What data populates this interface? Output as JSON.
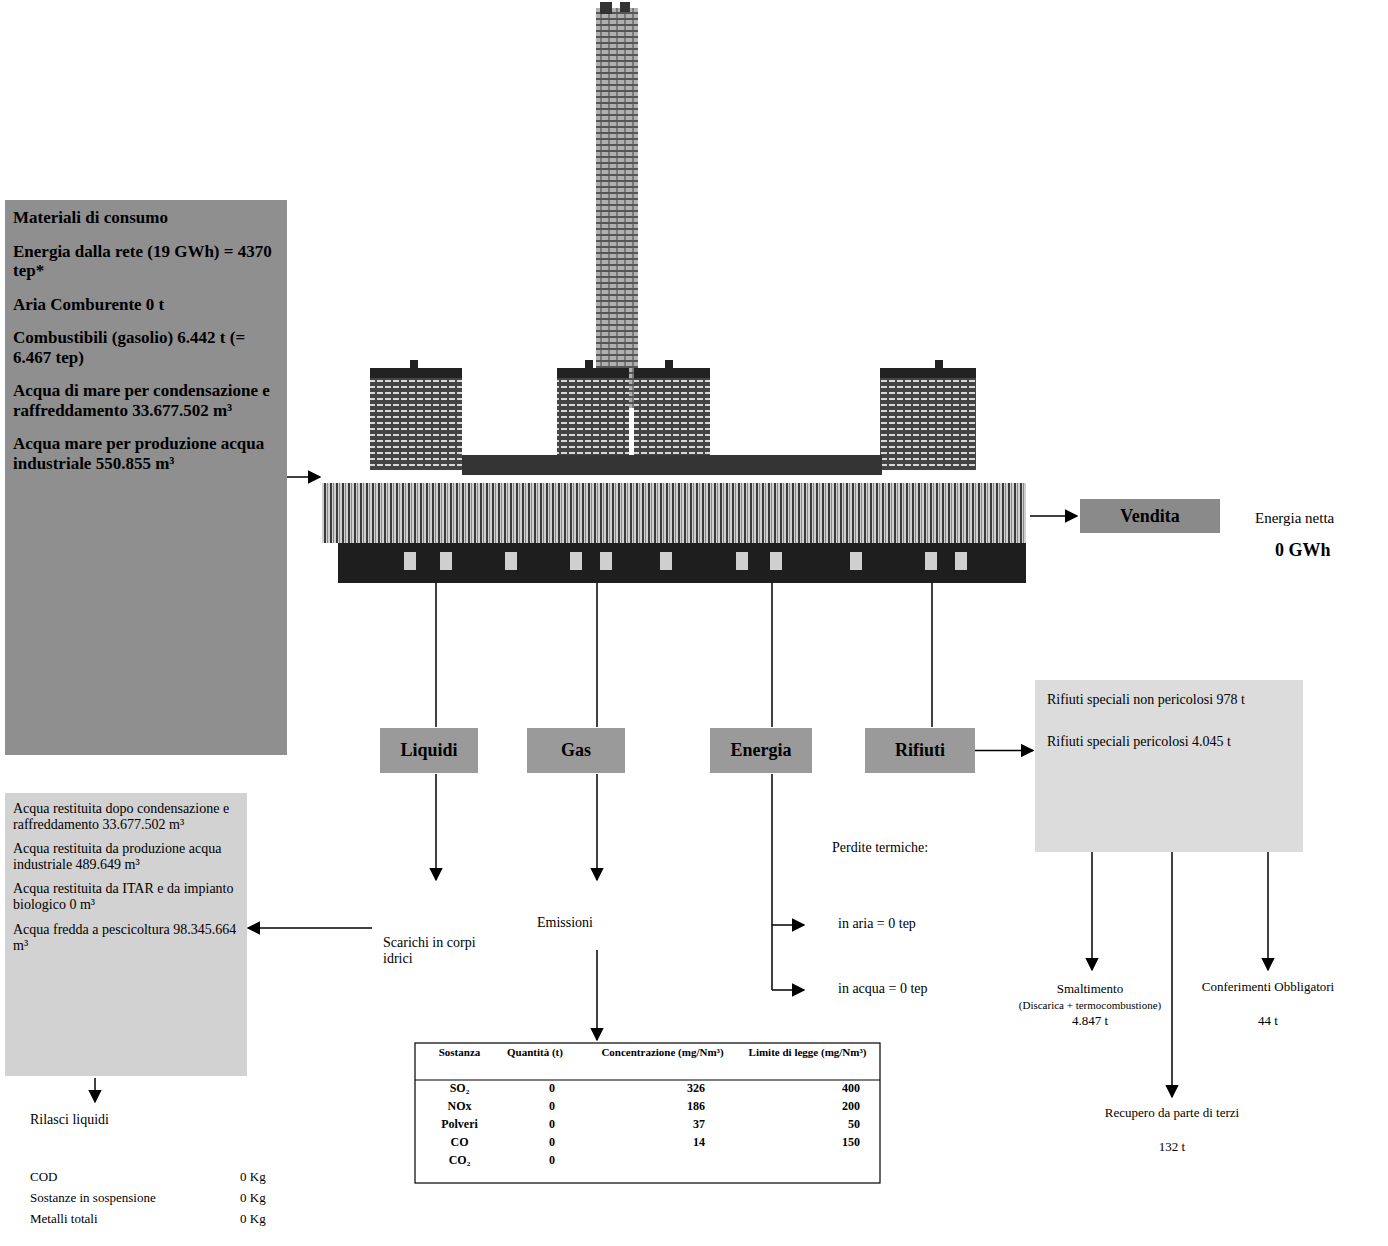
{
  "diagram": {
    "nodes": [
      {
        "text": [
          "Materiali di consumo",
          "Energia dalla rete (19 GWh) = 4370 tep*",
          "Aria Comburente 0 t",
          "Combustibili (gasolio) 6.442 t (= 6.467 tep)",
          "Acqua di mare per condensazione e raffreddamento 33.677.502 m³",
          "Acqua mare per produzione acqua industriale 550.855 m³"
        ]
      },
      {
        "text": [
          "Vendita"
        ]
      },
      {
        "text": [
          "Liquidi"
        ]
      },
      {
        "text": [
          "Gas"
        ]
      },
      {
        "text": [
          "Energia"
        ]
      },
      {
        "text": [
          "Rifiuti"
        ]
      },
      {
        "text": [
          "Acqua restituita dopo condensazione e raffreddamento 33.677.502 m³",
          "Acqua restituita da produzione acqua industriale 489.649 m³",
          "Acqua restituita da ITAR e da impianto biologico 0 m³",
          "Acqua fredda a pescicoltura 98.345.664 m³"
        ]
      },
      {
        "text": [
          "Rifiuti speciali non pericolosi 978 t",
          "Rifiuti speciali pericolosi 4.045 t"
        ]
      }
    ],
    "edges": [
      {
        "from": 5,
        "to": 7,
        "arrow": "to"
      }
    ],
    "labels": [
      "Energia netta",
      "0 GWh",
      "Scarichi in corpi idrici",
      "Emissioni",
      "Perdite termiche:",
      "in aria = 0 tep",
      "in acqua = 0 tep",
      "Smaltimento",
      "(Discarica + termocombustione)",
      "4.847 t",
      "Recupero da parte di terzi",
      "132 t",
      "Conferimenti Obbligatori",
      "44 t",
      "Rilasci liquidi",
      "COD",
      "0 Kg",
      "Sostanze in sospensione",
      "0 Kg",
      "Metalli totali",
      "0 Kg",
      "Sostanza",
      "Quantità (t)",
      "Concentrazione (mg/Nm³)",
      "Limite di legge (mg/Nm³)",
      "SO₂",
      "0",
      "326",
      "400",
      "NOx",
      "0",
      "186",
      "200",
      "Polveri",
      "0",
      "37",
      "50",
      "CO",
      "0",
      "14",
      "150",
      "CO₂",
      "0"
    ]
  }
}
